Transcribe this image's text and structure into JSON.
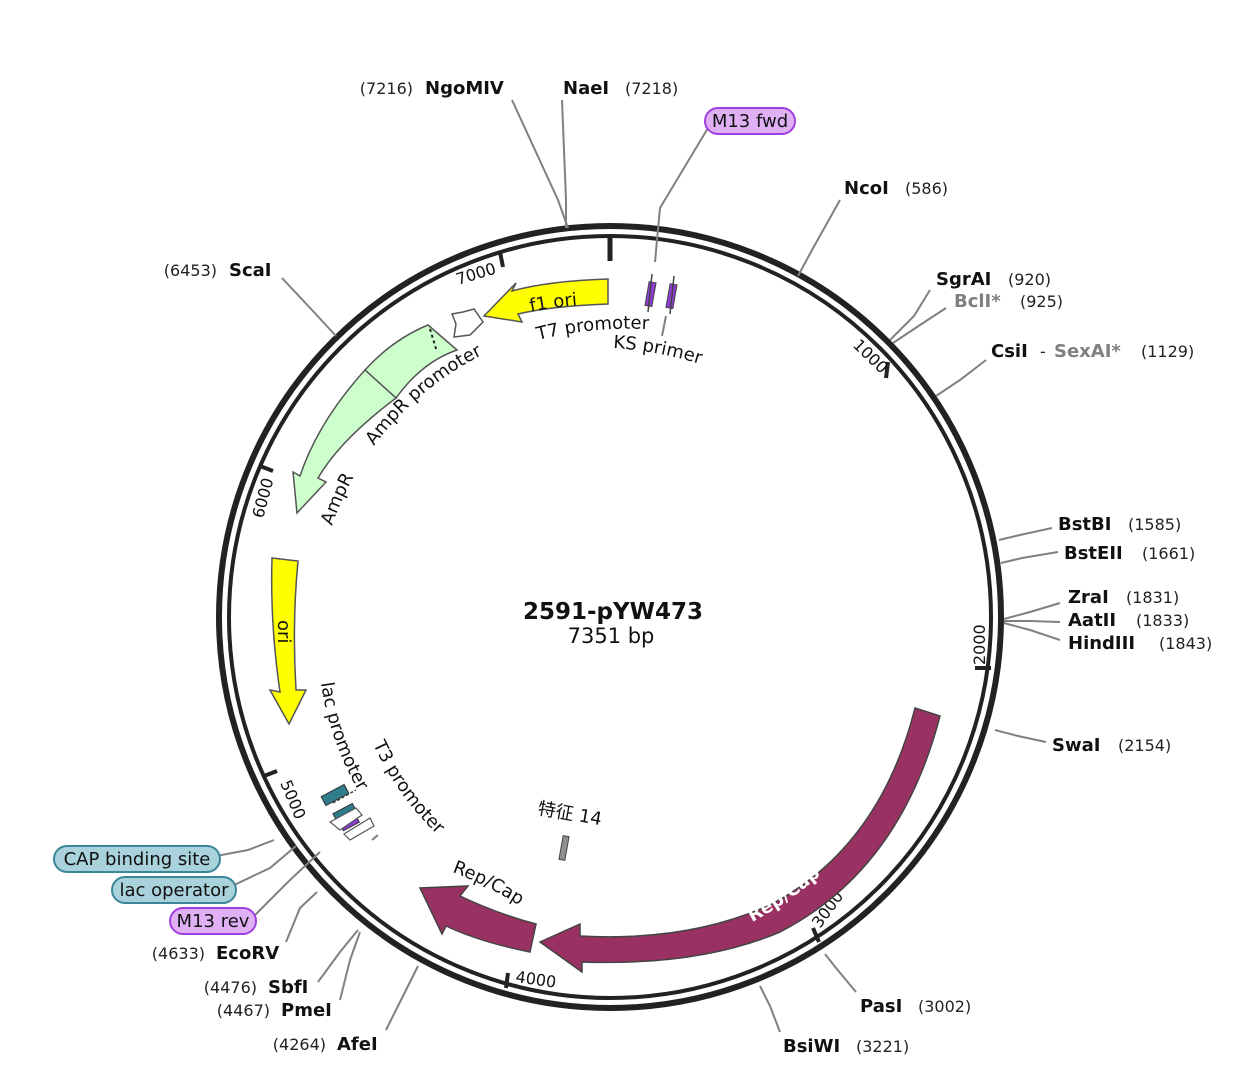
{
  "plasmid": {
    "name": "2591-pYW473",
    "length_label": "7351 bp",
    "length": 7351
  },
  "ruler": [
    {
      "pos": 1000,
      "label": "1000"
    },
    {
      "pos": 2000,
      "label": "2000"
    },
    {
      "pos": 3000,
      "label": "3000"
    },
    {
      "pos": 4000,
      "label": "4000"
    },
    {
      "pos": 5000,
      "label": "5000"
    },
    {
      "pos": 6000,
      "label": "6000"
    },
    {
      "pos": 7000,
      "label": "7000"
    }
  ],
  "sites": [
    {
      "name": "NgoMIV",
      "pos": 7216,
      "pos_label": "(7216)"
    },
    {
      "name": "NaeI",
      "pos": 7218,
      "pos_label": "(7218)"
    },
    {
      "name": "NcoI",
      "pos": 586,
      "pos_label": "(586)"
    },
    {
      "name": "SgrAI",
      "pos": 920,
      "pos_label": "(920)"
    },
    {
      "name": "BclI*",
      "pos": 925,
      "pos_label": "(925)",
      "dim": true
    },
    {
      "name": "CsiI",
      "name2": "SexAI*",
      "pos": 1129,
      "pos_label": "(1129)"
    },
    {
      "name": "BstBI",
      "pos": 1585,
      "pos_label": "(1585)"
    },
    {
      "name": "BstEII",
      "pos": 1661,
      "pos_label": "(1661)"
    },
    {
      "name": "ZraI",
      "pos": 1831,
      "pos_label": "(1831)"
    },
    {
      "name": "AatII",
      "pos": 1833,
      "pos_label": "(1833)"
    },
    {
      "name": "HindIII",
      "pos": 1843,
      "pos_label": "(1843)"
    },
    {
      "name": "SwaI",
      "pos": 2154,
      "pos_label": "(2154)"
    },
    {
      "name": "PasI",
      "pos": 3002,
      "pos_label": "(3002)"
    },
    {
      "name": "BsiWI",
      "pos": 3221,
      "pos_label": "(3221)"
    },
    {
      "name": "AfeI",
      "pos": 4264,
      "pos_label": "(4264)"
    },
    {
      "name": "PmeI",
      "pos": 4467,
      "pos_label": "(4467)"
    },
    {
      "name": "SbfI",
      "pos": 4476,
      "pos_label": "(4476)"
    },
    {
      "name": "EcoRV",
      "pos": 4633,
      "pos_label": "(4633)"
    },
    {
      "name": "ScaI",
      "pos": 6453,
      "pos_label": "(6453)"
    }
  ],
  "features": [
    {
      "label": "f1 ori",
      "color": "#ffff00"
    },
    {
      "label": "T7 promoter",
      "color": "#ffffff"
    },
    {
      "label": "KS primer",
      "color": "#b05ee0"
    },
    {
      "label": "M13 fwd",
      "color": "#e0b0f5"
    },
    {
      "label": "AmpR promoter",
      "color": "#ccffcc"
    },
    {
      "label": "AmpR",
      "color": "#ccffcc"
    },
    {
      "label": "ori",
      "color": "#ffff00"
    },
    {
      "label": "lac promoter",
      "color": "#ffffff"
    },
    {
      "label": "T3 promoter",
      "color": "#ffffff"
    },
    {
      "label": "CAP binding site",
      "color": "#a9d2dc"
    },
    {
      "label": "lac operator",
      "color": "#a9d2dc"
    },
    {
      "label": "M13 rev",
      "color": "#e0b0f5"
    },
    {
      "label": "Rep/Cap",
      "color": "#9a3163"
    },
    {
      "label": "Rep/Cap",
      "color": "#9a3163"
    },
    {
      "label": "特征 14",
      "color": "#909090"
    }
  ]
}
